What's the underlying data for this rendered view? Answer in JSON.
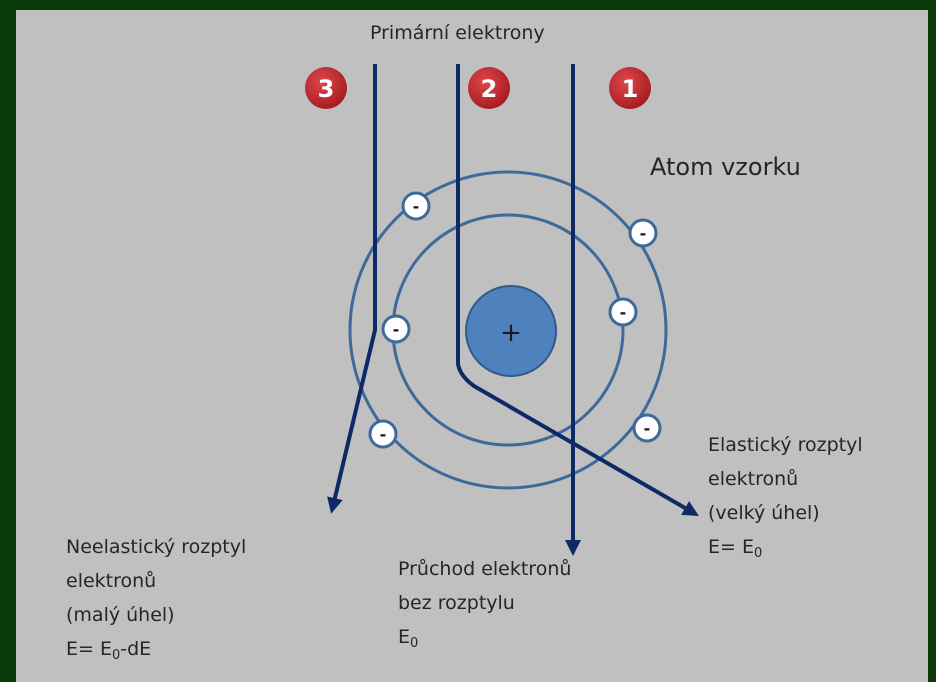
{
  "title": "Primární elektrony",
  "atom_label": "Atom vzorku",
  "nucleus_symbol": "+",
  "electron_symbol": "-",
  "beams": [
    {
      "number": "3"
    },
    {
      "number": "2"
    },
    {
      "number": "1"
    }
  ],
  "labels": {
    "inelastic": {
      "line1": "Neelastický rozptyl",
      "line2": "elektronů",
      "line3": "(malý úhel)",
      "energy_prefix": "E= E",
      "energy_sub": "0",
      "energy_suffix": "-dE"
    },
    "pass": {
      "line1": "Průchod elektronů",
      "line2": "bez rozptylu",
      "energy_prefix": "E",
      "energy_sub": "0"
    },
    "elastic": {
      "line1": "Elastický rozptyl",
      "line2": "elektronů",
      "line3": "(velký úhel)",
      "energy_prefix": "E= E",
      "energy_sub": "0"
    }
  },
  "colors": {
    "background": "#0a3a0a",
    "panel": "#c0c0c0",
    "orbit": "#3e6a9b",
    "nucleus": "#4f81bd",
    "beam": "#0e2a66",
    "badge": "#c0282d",
    "text": "#262626"
  }
}
